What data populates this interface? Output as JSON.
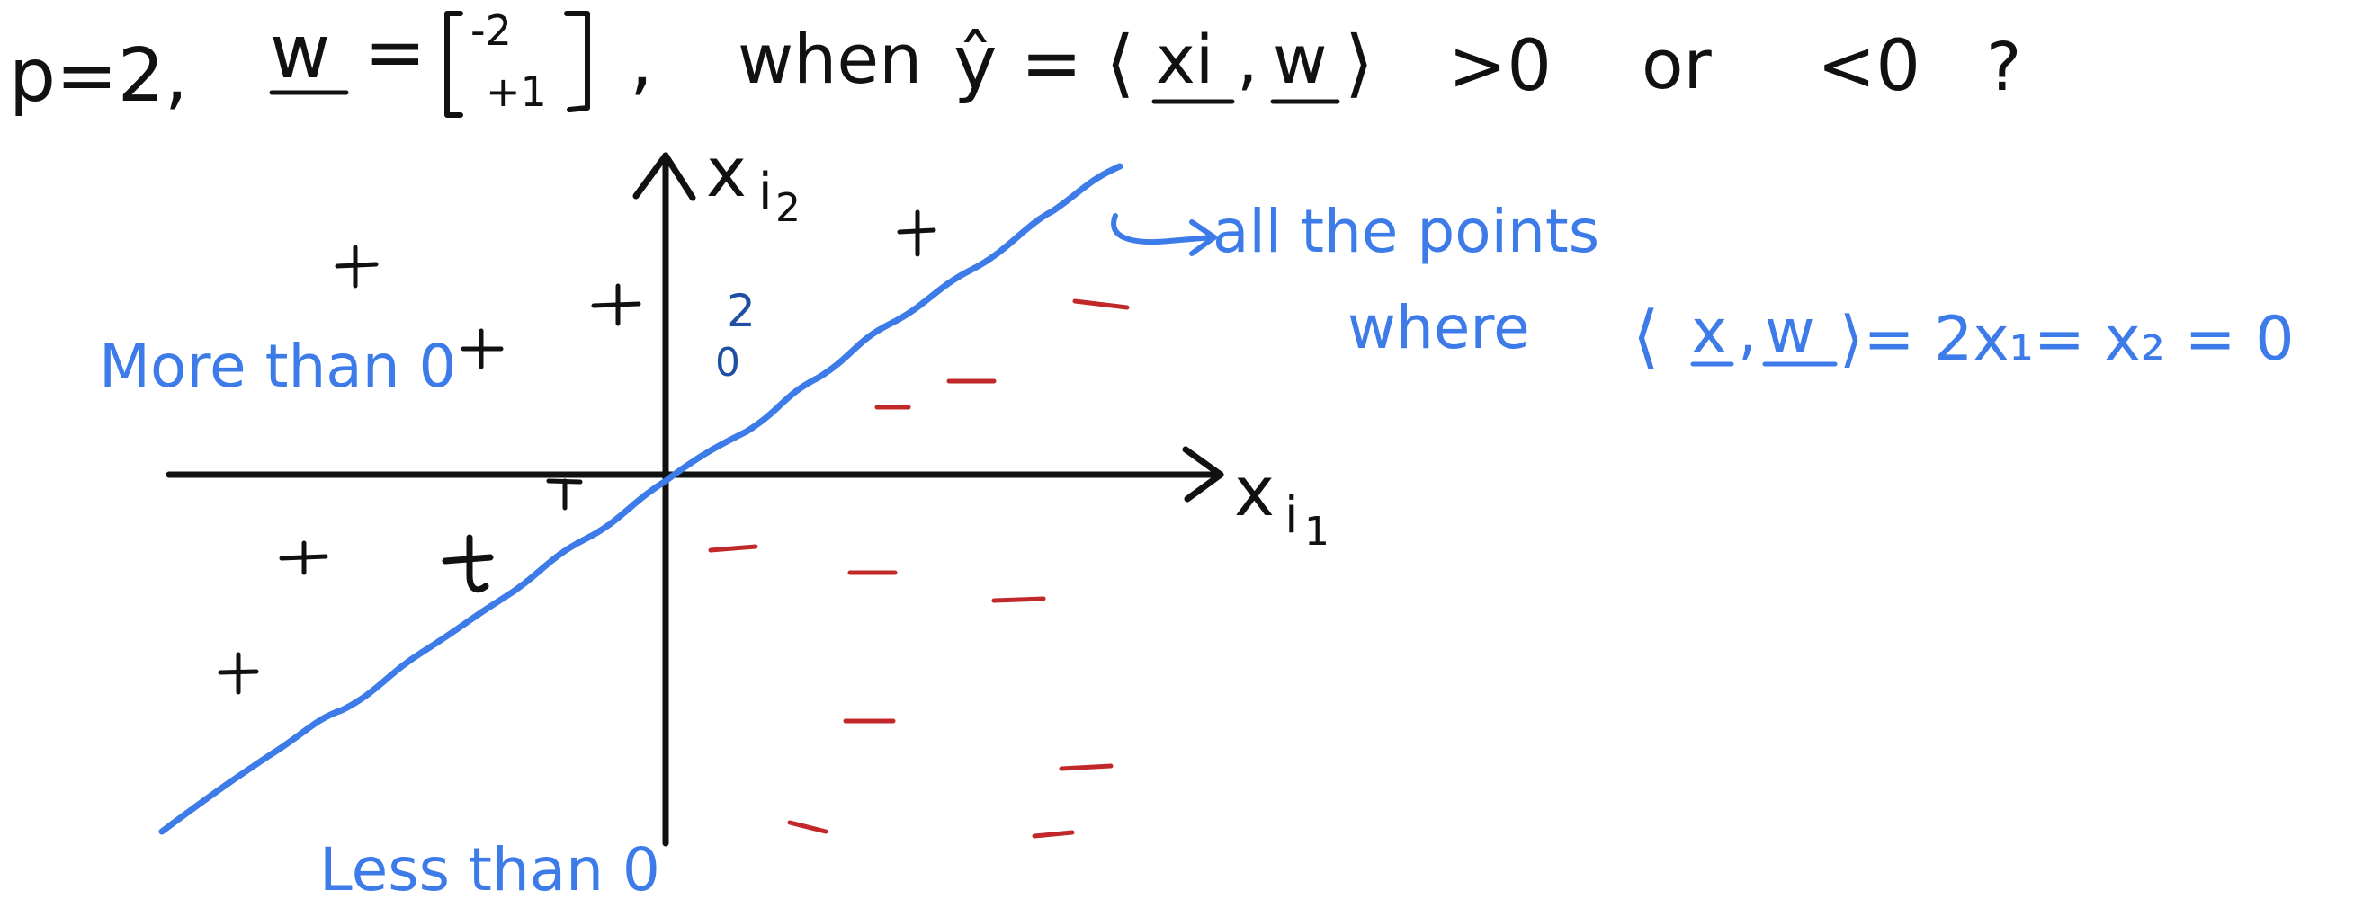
{
  "header": {
    "p_eq": "p=2,",
    "w_label": "w",
    "w_eq": "=",
    "w_top": "-2",
    "w_bottom": "+1",
    "comma": ",",
    "when": "when",
    "yhat_eq": "ŷ = ⟨",
    "xi": "xi",
    "sep": ",",
    "w2": "w",
    "close": "⟩",
    "gt": ">0",
    "or": "or",
    "lt": "<0",
    "q": "?"
  },
  "axes": {
    "y_label_main": "x",
    "y_label_sub": "i",
    "y_label_subsub": "2",
    "x_label_main": "x",
    "x_label_sub": "i",
    "x_label_subsub": "1"
  },
  "annotations": {
    "more_than": "More than 0",
    "less_than": "Less than 0",
    "all_points": "all the points",
    "where": "where",
    "eq_x": "x",
    "eq_comma": ",",
    "eq_w": "w",
    "eq_rest": "⟩= 2x₁= x₂ = 0",
    "eq_open": "⟨",
    "point_label_top": "2",
    "point_label_bottom": "0"
  },
  "colors": {
    "ink": "#111111",
    "blue": "#3d7be8",
    "red": "#c0282a",
    "navy": "#1f4fa3"
  }
}
